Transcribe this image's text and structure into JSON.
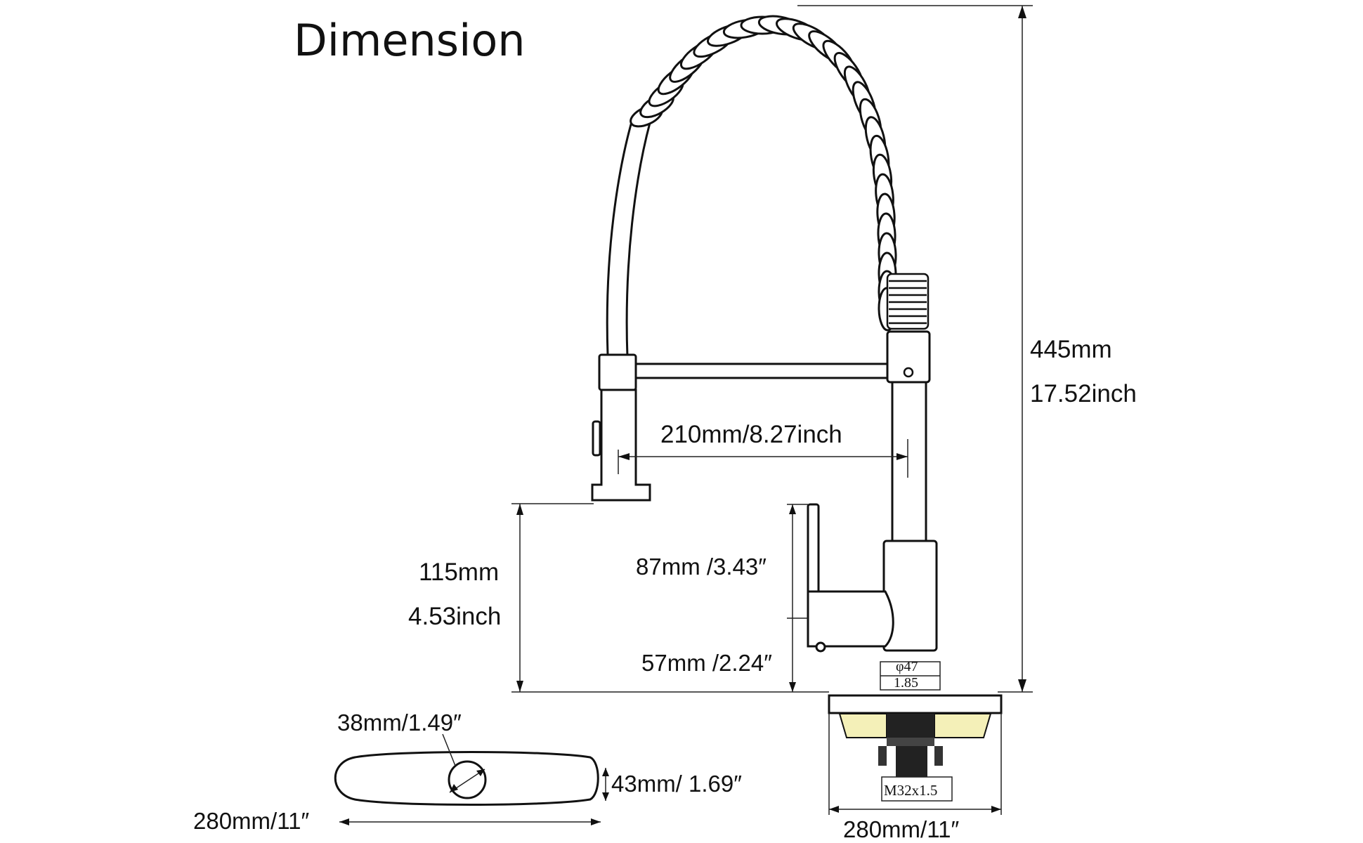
{
  "title": "Dimension",
  "labels": {
    "height_mm": "445mm",
    "height_inch": "17.52inch",
    "reach": "210mm/8.27inch",
    "spout_height_mm": "115mm",
    "spout_height_inch": "4.53inch",
    "handle_upper": "87mm /3.43″",
    "handle_lower": "57mm /2.24″",
    "base_diameter_mm": "φ47",
    "base_diameter_inch": "1.85",
    "plate_hole": "38mm/1.49″",
    "plate_width_left": "280mm/11″",
    "plate_depth": "43mm/ 1.69″",
    "plate_width_right": "280mm/11″",
    "thread": "M32x1.5"
  },
  "colors": {
    "line": "#111111",
    "countertop": "#f4f0b8"
  }
}
